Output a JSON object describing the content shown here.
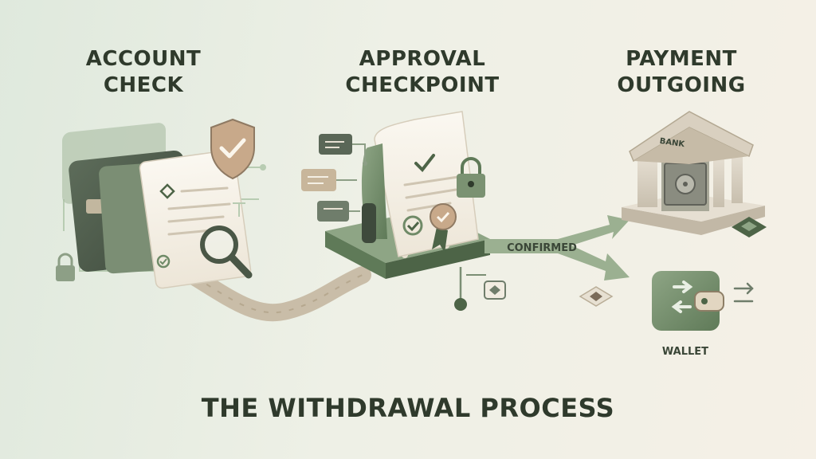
{
  "title": "THE WITHDRAWAL PROCESS",
  "stages": [
    {
      "line1": "ACCOUNT",
      "line2": "CHECK"
    },
    {
      "line1": "APPROVAL",
      "line2": "CHECKPOINT"
    },
    {
      "line1": "PAYMENT",
      "line2": "OUTGOING"
    }
  ],
  "labels": {
    "confirmed": "CONFIRMED",
    "bank": "BANK",
    "wallet": "WALLET"
  },
  "colors": {
    "green": "#6f8a67",
    "dark_green": "#4d6447",
    "beige": "#cdbfa8",
    "text": "#2f3a2c"
  },
  "icons": [
    "shield-check-icon",
    "magnifier-icon",
    "padlock-icon",
    "badge-ribbon-icon",
    "bank-icon",
    "wallet-icon",
    "arrow-icon"
  ]
}
